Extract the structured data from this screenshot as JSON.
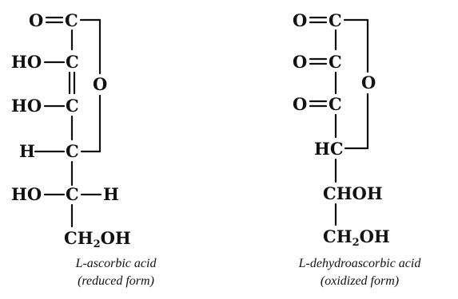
{
  "left_structure": {
    "r1_o": "O",
    "r1_c": "C",
    "r2_ho": "HO",
    "r2_c": "C",
    "ring_o": "O",
    "r3_ho": "HO",
    "r3_c": "C",
    "r4_h": "H",
    "r4_c": "C",
    "r5_ho": "HO",
    "r5_c": "C",
    "r5_h": "H",
    "r6_ch": "CH",
    "r6_sub": "2",
    "r6_oh": "OH",
    "caption_line1": "L-ascorbic acid",
    "caption_line2": "(reduced form)"
  },
  "right_structure": {
    "r1_o": "O",
    "r1_c": "C",
    "r2_o": "O",
    "r2_c": "C",
    "ring_o": "O",
    "r3_o": "O",
    "r3_c": "C",
    "r4_hc": "HC",
    "r5_choh": "CHOH",
    "r6_ch": "CH",
    "r6_sub": "2",
    "r6_oh": "OH",
    "caption_line1": "L-dehydroascorbic acid",
    "caption_line2": "(oxidized form)"
  }
}
